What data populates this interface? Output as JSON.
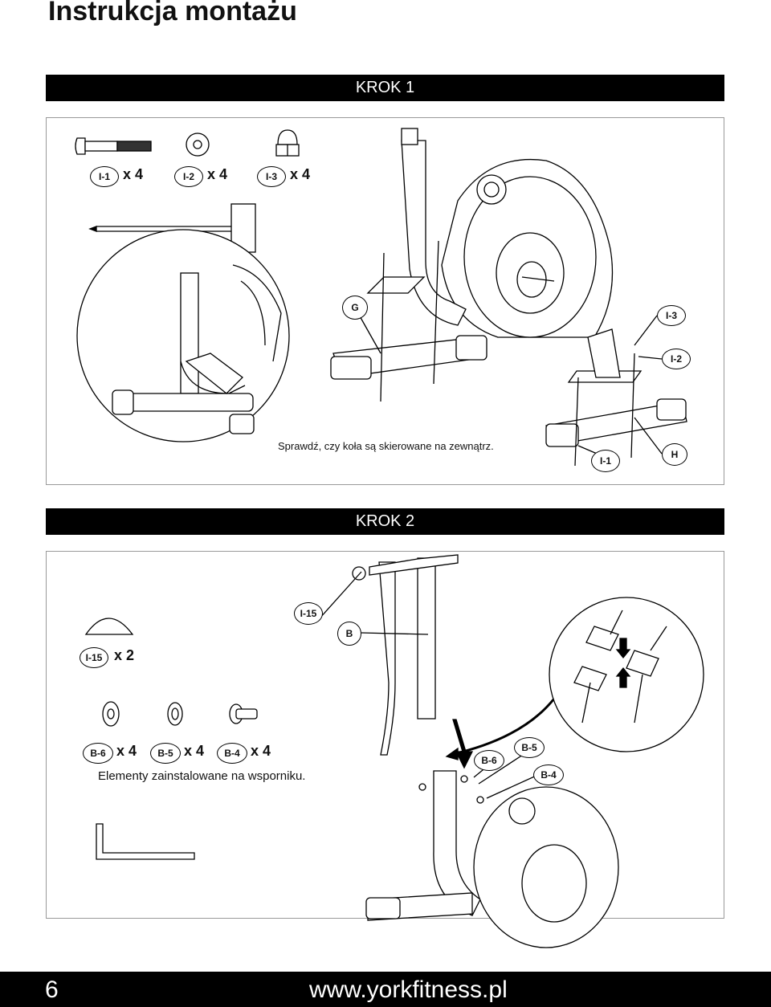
{
  "title": "Instrukcja montażu",
  "step1": {
    "header": "KROK 1",
    "parts": [
      {
        "label": "I-1",
        "qty": "x 4"
      },
      {
        "label": "I-2",
        "qty": "x 4"
      },
      {
        "label": "I-3",
        "qty": "x 4"
      }
    ],
    "callouts": {
      "g": "G",
      "i3": "I-3",
      "i2": "I-2",
      "i1": "I-1",
      "h": "H"
    },
    "note": "Sprawdź, czy koła są skierowane na zewnątrz."
  },
  "step2": {
    "header": "KROK 2",
    "cap": {
      "label": "I-15",
      "qty": "x 2"
    },
    "parts": [
      {
        "label": "B-6",
        "qty": "x 4"
      },
      {
        "label": "B-5",
        "qty": "x 4"
      },
      {
        "label": "B-4",
        "qty": "x 4"
      }
    ],
    "callouts": {
      "i15": "I-15",
      "b": "B",
      "b6": "B-6",
      "b5": "B-5",
      "b4": "B-4"
    },
    "note": "Elementy zainstalowane na wsporniku."
  },
  "footer": {
    "page": "6",
    "website": "www.yorkfitness.pl"
  }
}
